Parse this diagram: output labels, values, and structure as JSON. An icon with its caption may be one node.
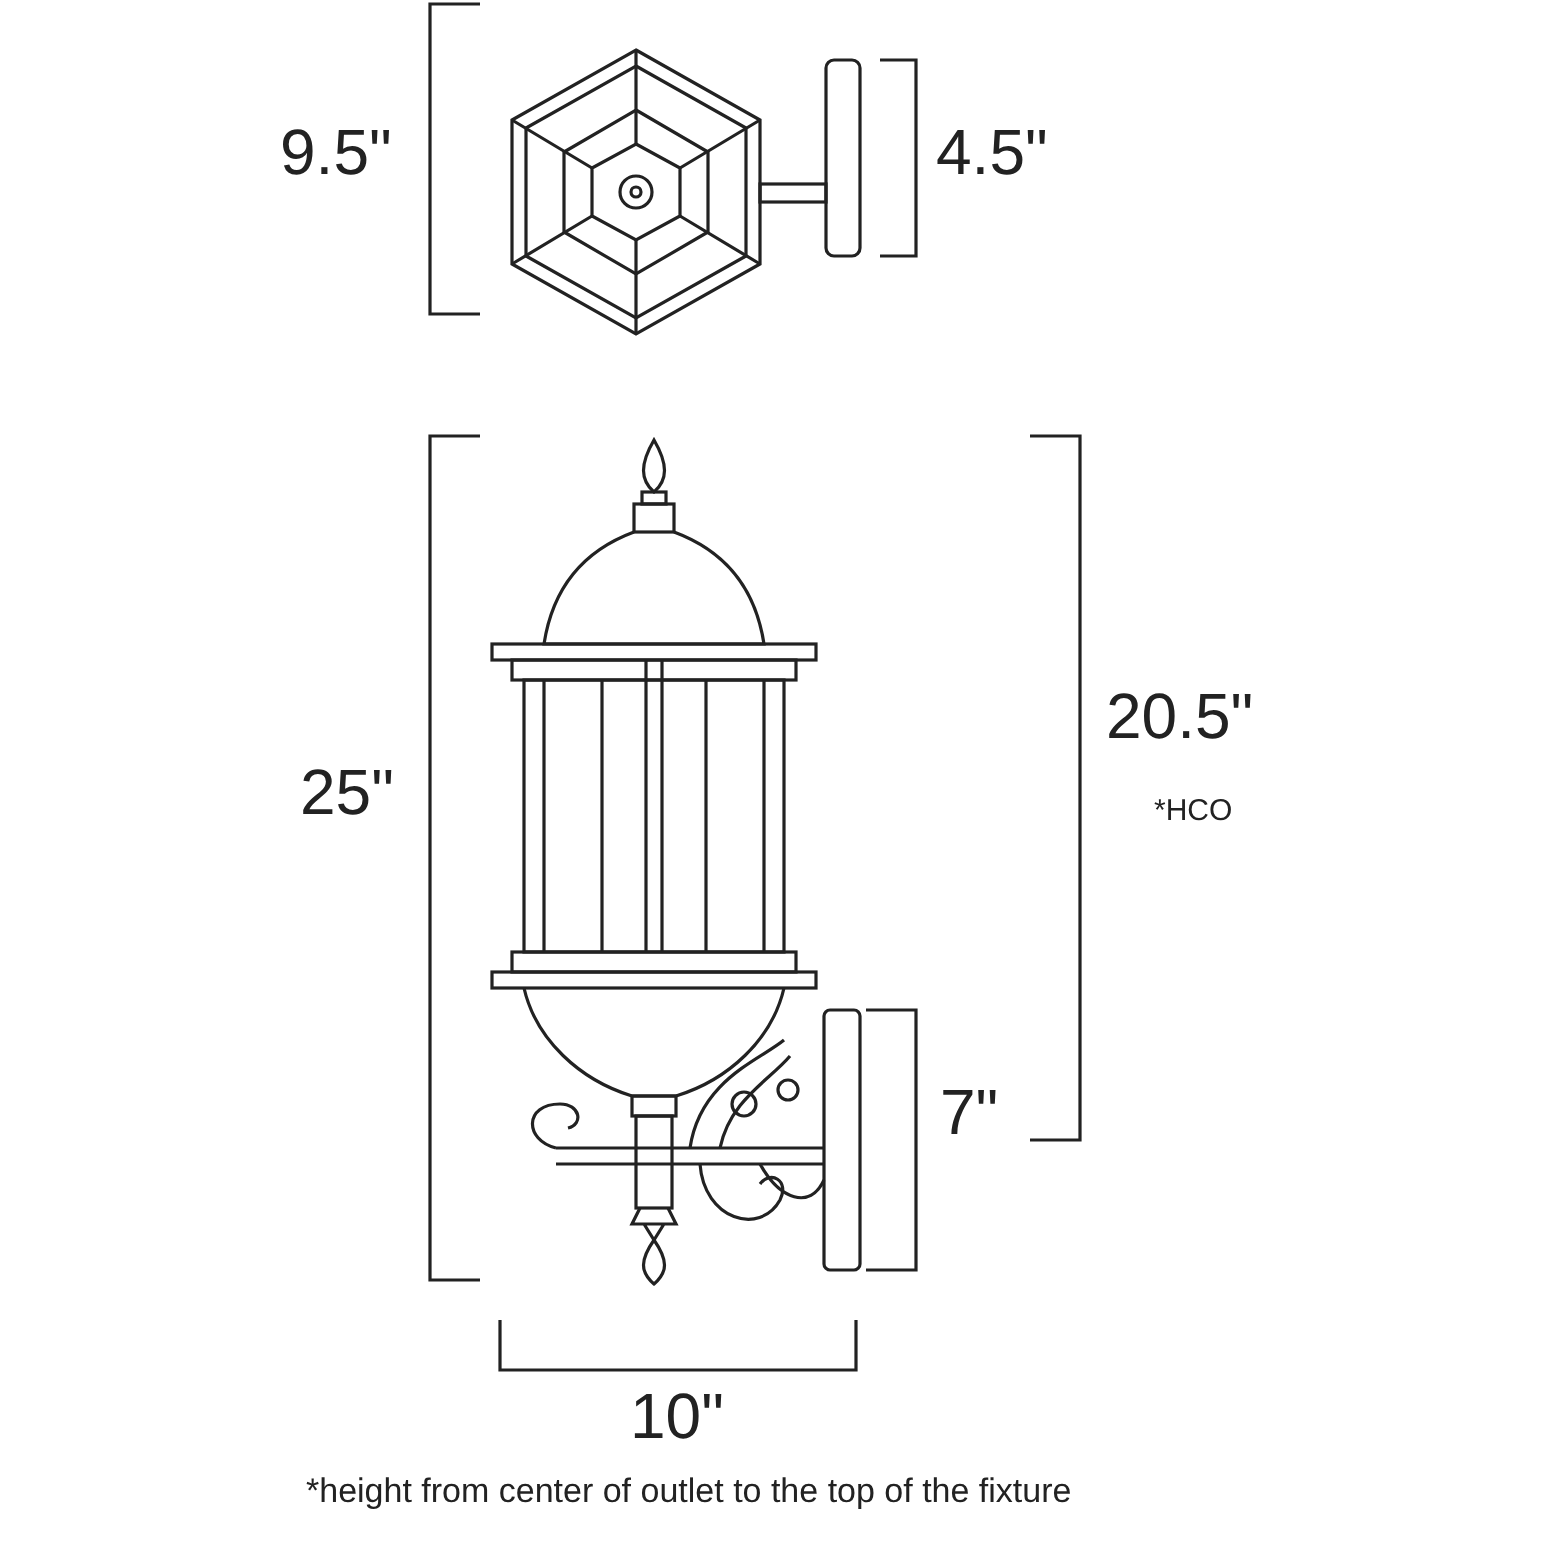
{
  "diagram": {
    "labels": [
      "9.5\"",
      "4.5\"",
      "25\"",
      "20.5\"",
      "*HCO",
      "7\"",
      "10\"",
      "*height from center of outlet to the top of the fixture"
    ]
  }
}
